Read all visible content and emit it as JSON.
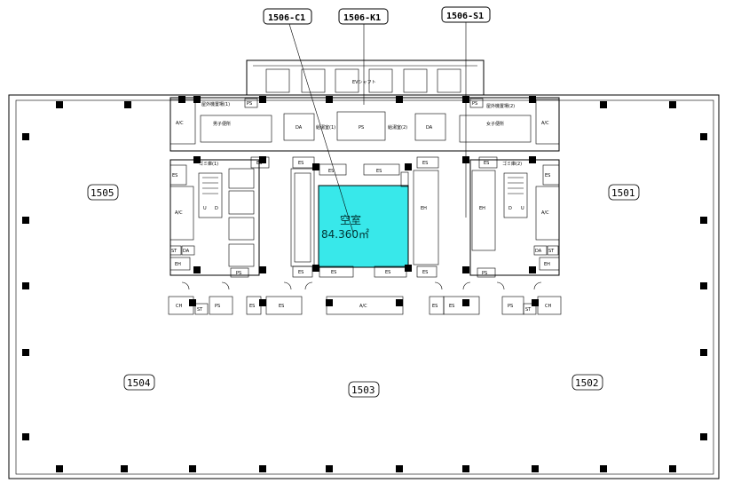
{
  "callouts": {
    "c1": "1506-C1",
    "k1": "1506-K1",
    "s1": "1506-S1"
  },
  "units": {
    "u1505": "1505",
    "u1501": "1501",
    "u1504": "1504",
    "u1503": "1503",
    "u1502": "1502"
  },
  "vacant": {
    "label": "空室",
    "area": "84.360㎡",
    "color": "#38e8ea"
  },
  "core": {
    "ev_shaft": "EVシャフト",
    "ps": "PS",
    "ac": "A/C",
    "da": "DA",
    "es": "ES",
    "eh": "EH",
    "ch": "CH",
    "st": "ST",
    "storage_left": "屋外機置場(1)",
    "storage_right": "屋外機置場(2)",
    "wc_men": "男子便所",
    "wc_women": "女子便所",
    "kyutou1": "給湯室(1)",
    "kyutou2": "給湯室(2)",
    "spare_left": "ゴミ庫(1)",
    "spare_right": "ゴミ庫(2)",
    "stair_u": "U",
    "stair_d": "D"
  }
}
